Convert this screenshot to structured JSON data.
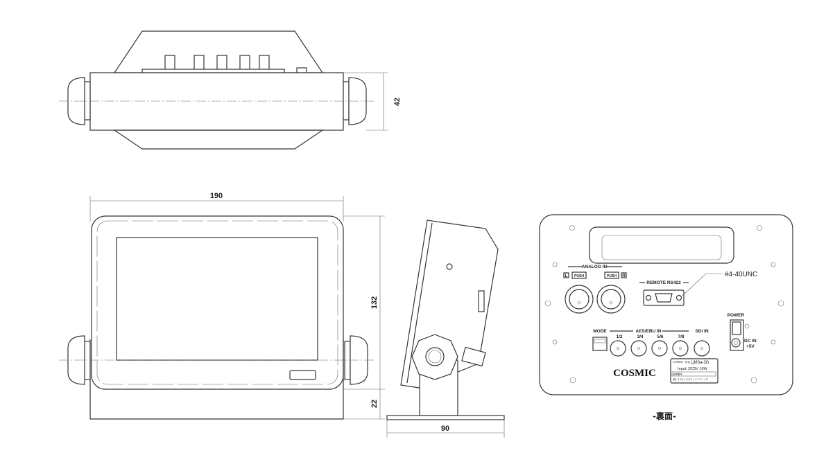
{
  "dimensions": {
    "height_top": "42",
    "width_front": "190",
    "height_front": "132",
    "stand_height": "22",
    "depth_side": "90"
  },
  "rear_panel": {
    "analog_in": "ANALOG IN",
    "left": "L",
    "right": "R",
    "push": "PUSH",
    "remote": "REMOTE RS422",
    "screw_spec": "#4-40UNC",
    "power": "POWER",
    "dc_in": "DC IN",
    "dc_voltage": "+5V",
    "mode": "MODE",
    "aes_ebu_in": "AES/EBU IN",
    "channels": [
      "1/2",
      "3/4",
      "5/6",
      "7/8"
    ],
    "sdi_in": "SDI IN",
    "brand": "COSMIC",
    "nameplate": {
      "brand": "COSMIC",
      "model_label": "形名",
      "model": "LjM3a-3G",
      "input": "Input: DC5V  10W",
      "serial_label": "製造番号",
      "maker": "(株) コスモックスエンジニアリング"
    }
  },
  "caption": "-裏面-"
}
